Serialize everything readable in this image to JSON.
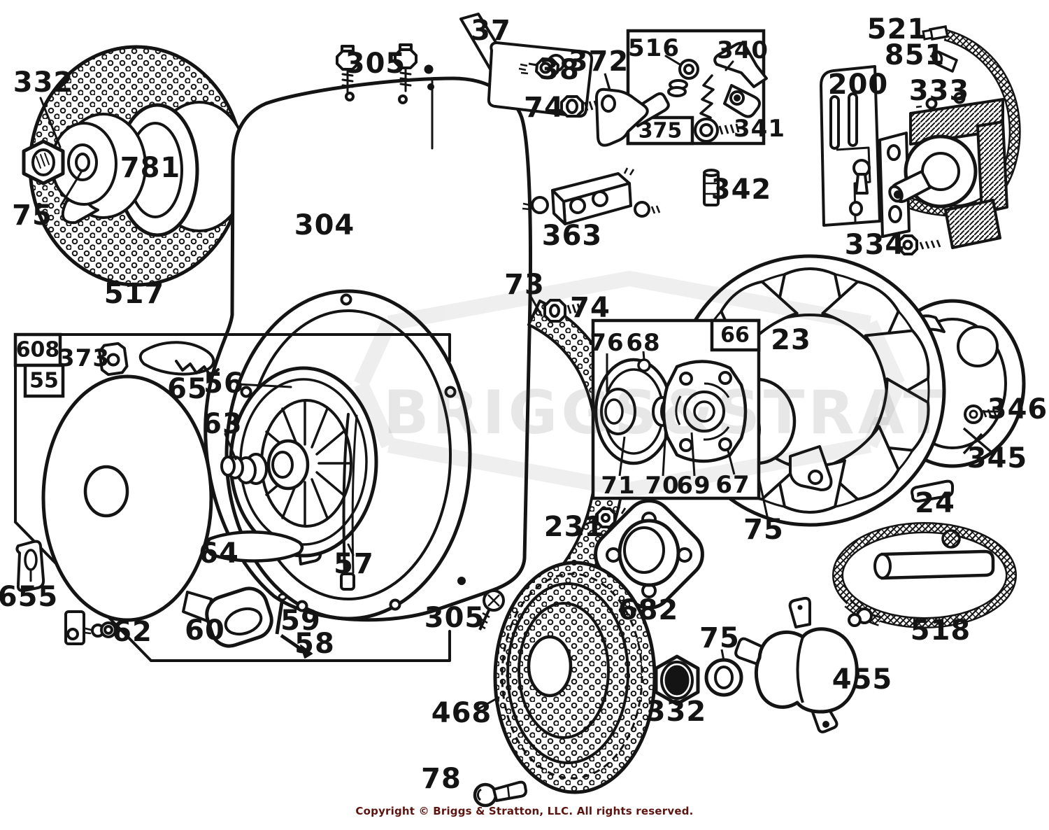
{
  "colors": {
    "ink": "#141414",
    "paper": "#ffffff",
    "copyright_text": "#5c1410",
    "watermark_text": "rgba(70,70,70,0.13)"
  },
  "watermark": {
    "text": "BRIGGS&STRATTON"
  },
  "footer": {
    "copyright": "Copyright © Briggs & Stratton, LLC. All rights reserved."
  },
  "labels": {
    "screen_nut": "332",
    "flywheel_cup": "781",
    "cup_washer": "75",
    "rotating_screen": "517",
    "blower_housing": "304",
    "housing_screws": "305",
    "control_bracket": "37",
    "bracket_bolt": "38",
    "governor_bolt": "74",
    "governor_lever": "372",
    "grommet": "516",
    "governor_link": "340",
    "governor_group": "375",
    "link_bolt": "341",
    "fuse_link": "342",
    "terminal_block": "363",
    "starter_cable": "521",
    "cable_fitting": "851",
    "mounting_plate": "200",
    "ignition_coil": "333",
    "coil_screw": "334",
    "screen_ring": "73",
    "screen_bolt": "74",
    "clutch_group": "66",
    "flywheel": "23",
    "pulley_washer": "76",
    "dowel_pin": "68",
    "cup_bolt": "346",
    "drive_cup": "345",
    "rewind_group": "608",
    "rewind_nut": "373",
    "rewind_sub": "55",
    "pawl_spring": "65",
    "rewind_pulley": "56",
    "pulley_springs": "63",
    "washer_71": "71",
    "washer_70": "70",
    "ratchet_69": "69",
    "plate_67": "67",
    "flywheel_key": "24",
    "hub_washer": "75",
    "cover_screw": "231",
    "bearing_plate": "682",
    "rope_clip": "655",
    "rope_bushing": "64",
    "rope_guide": "57",
    "clip_screw": "62",
    "starter_handle": "60",
    "handle_pin": "59",
    "handle_insert": "58",
    "screen_screw": "305",
    "flywheel_screen": "468",
    "screen_key": "78",
    "clutch_washer": "75",
    "clutch_nut": "332",
    "starter_clutch": "455",
    "starter_rope": "518"
  }
}
